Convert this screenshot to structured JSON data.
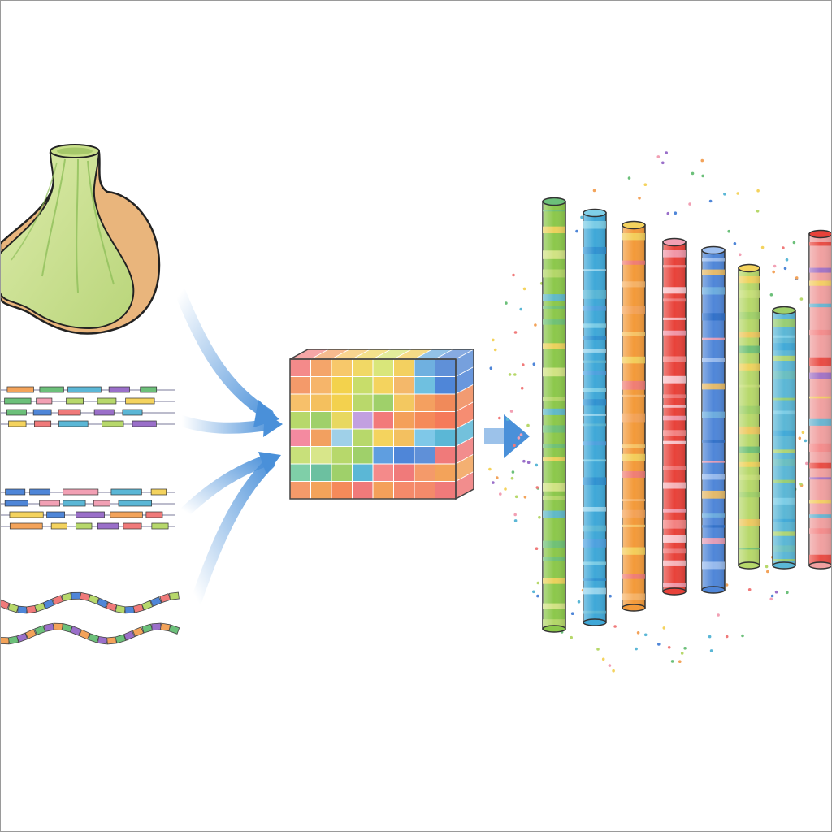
{
  "illustration": {
    "stages": [
      {
        "id": "source-organ",
        "kind": "organ",
        "colors": [
          "#cfe29a",
          "#a9cc6a",
          "#e8b57a",
          "#6fa84a"
        ]
      },
      {
        "id": "sequence-reads-1",
        "kind": "read-lines"
      },
      {
        "id": "sequence-reads-2",
        "kind": "read-lines"
      },
      {
        "id": "sequence-strands",
        "kind": "wavy-strands"
      },
      {
        "id": "data-matrix",
        "kind": "grid-cube"
      },
      {
        "id": "profile-columns",
        "kind": "cylinders"
      }
    ],
    "arrow_color": "#4a90d9",
    "palette": [
      "#f07a7a",
      "#f3a35a",
      "#f4d35e",
      "#b7d86b",
      "#6cc07a",
      "#5bb7d6",
      "#4f86d8",
      "#9a6fc9",
      "#f2a0b4"
    ],
    "matrix": {
      "rows": [
        [
          "#f48a8a",
          "#f4a56a",
          "#f7c86a",
          "#f1d865",
          "#d9e67a",
          "#f3d060",
          "#6fb0e0",
          "#5f90d8"
        ],
        [
          "#f49a6a",
          "#f6b56a",
          "#f3d24c",
          "#c8dd6a",
          "#f4d35e",
          "#f4b86a",
          "#6fc0e0",
          "#4f86d8"
        ],
        [
          "#f7c06a",
          "#f4c05e",
          "#f3d14e",
          "#b9d86b",
          "#9fd06a",
          "#f3c860",
          "#f4a060",
          "#f08a5a"
        ],
        [
          "#b7d86b",
          "#9fd06a",
          "#e8d860",
          "#c2a0e0",
          "#f27a7a",
          "#f4a05a",
          "#f58a5a",
          "#f57a5a"
        ],
        [
          "#f48aa0",
          "#f2a060",
          "#9fd0e8",
          "#b7d86b",
          "#f4d35e",
          "#f3c060",
          "#7fc8e8",
          "#5bb7d6"
        ],
        [
          "#c8e07a",
          "#d8e68a",
          "#b7d86b",
          "#9fd06a",
          "#5f9ee0",
          "#4f86d8",
          "#5f90d8",
          "#f07a7a"
        ],
        [
          "#7fcfa8",
          "#6cc0a0",
          "#9fd06a",
          "#5bb7d6",
          "#f48a8a",
          "#f07a7a",
          "#f49a6a",
          "#f3a35a"
        ],
        [
          "#f49a6a",
          "#f3a35a",
          "#f58a5a",
          "#f07a7a",
          "#f4a05a",
          "#f58a6a",
          "#f48a6a",
          "#f07a7a"
        ]
      ]
    },
    "cylinders": [
      {
        "base": "#8cc84b",
        "bands": [
          "#6cc07a",
          "#f4d35e",
          "#d8e68a",
          "#b7d86b",
          "#5bb7d6",
          "#6cc07a"
        ]
      },
      {
        "base": "#3fa8d8",
        "bands": [
          "#7fcfe8",
          "#2f8fd0",
          "#9fd8f0",
          "#5bb7d6",
          "#4fa0e0"
        ]
      },
      {
        "base": "#f39a3a",
        "bands": [
          "#f4d35e",
          "#f07a7a",
          "#f6b56a",
          "#f4a35a",
          "#f7c86a"
        ]
      },
      {
        "base": "#e8423a",
        "bands": [
          "#f2a0b4",
          "#f48a8a",
          "#fbd0d8",
          "#f07a7a",
          "#f7c0c8"
        ]
      },
      {
        "base": "#4f86d8",
        "bands": [
          "#9fc0f0",
          "#f4c05e",
          "#6fb0e0",
          "#2f6fc8",
          "#f2a0b4"
        ]
      },
      {
        "base": "#b7d86b",
        "bands": [
          "#f4d35e",
          "#c8e07a",
          "#9fd06a",
          "#f3c860",
          "#6cc07a"
        ]
      },
      {
        "base": "#5bb7d6",
        "bands": [
          "#9fd06a",
          "#7fcfe8",
          "#3fa8d8",
          "#b7d86b",
          "#6cc0c0"
        ]
      },
      {
        "base": "#f0a0a0",
        "bands": [
          "#e8423a",
          "#9a6fc9",
          "#f4d35e",
          "#5bb7d6",
          "#f48a8a"
        ]
      }
    ]
  }
}
